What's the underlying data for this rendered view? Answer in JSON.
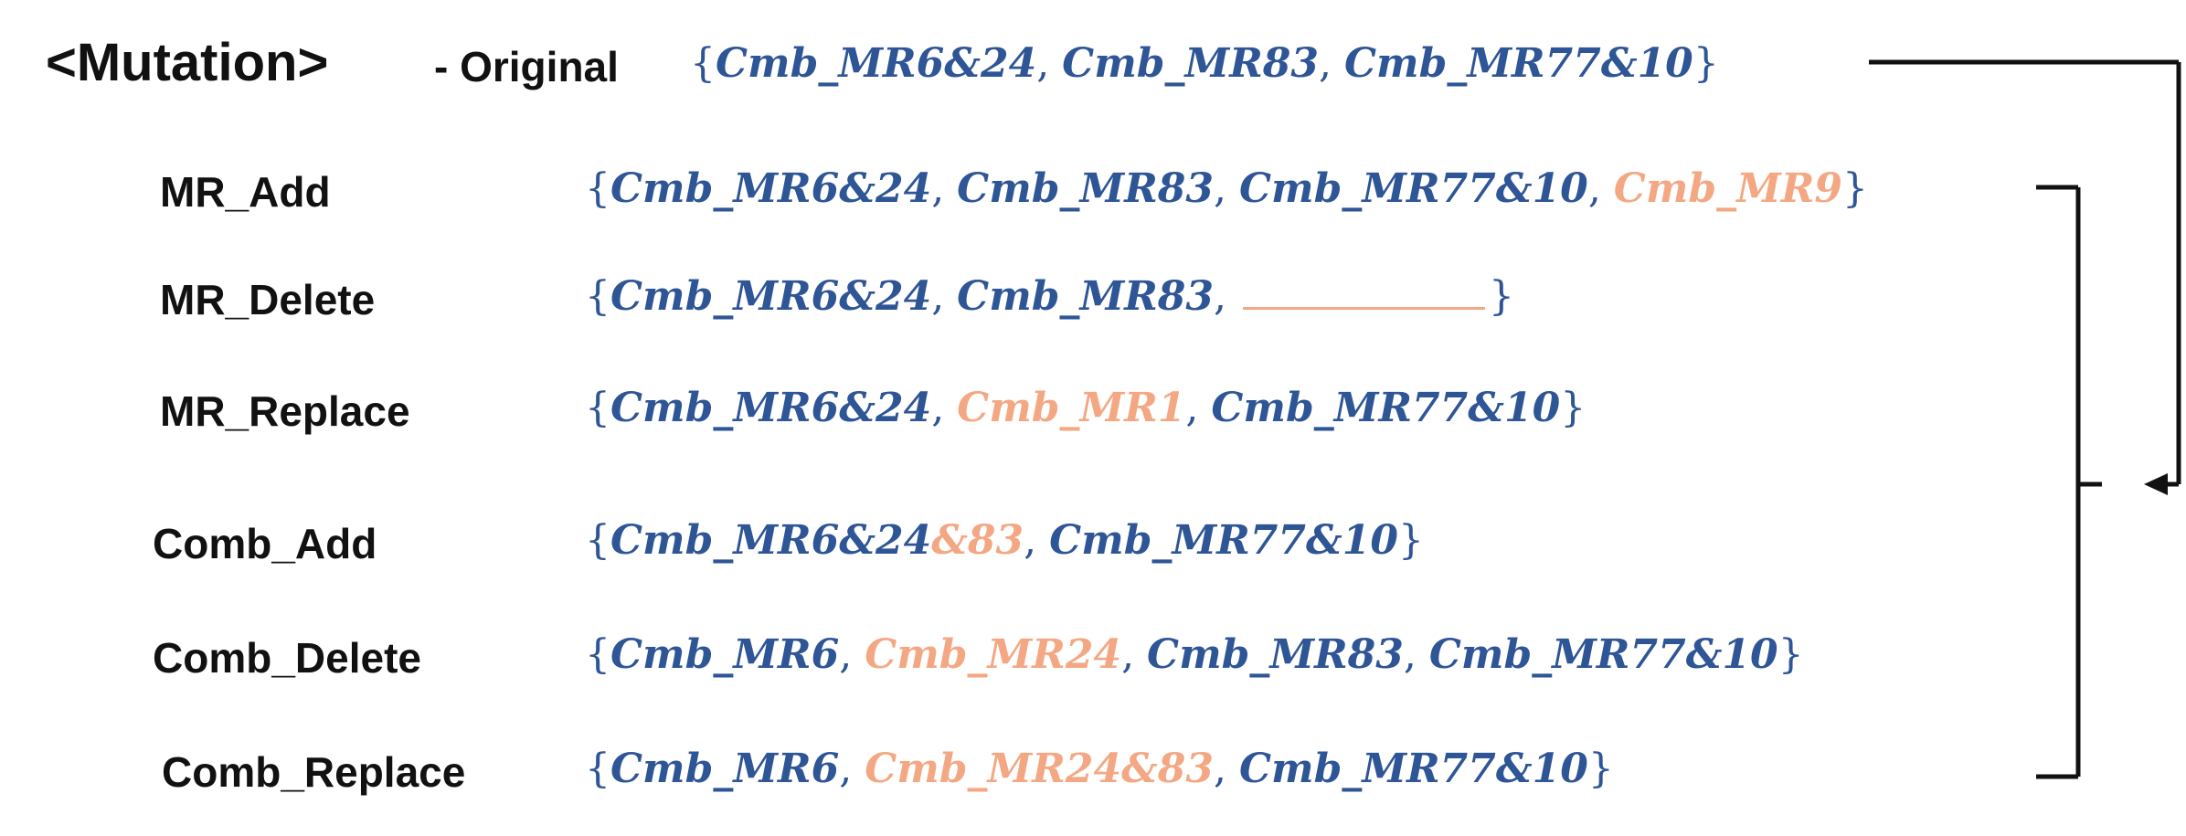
{
  "title": "<Mutation>",
  "original": {
    "label": "- Original",
    "set": [
      {
        "text": "Cmb_MR6&24",
        "hl": false
      },
      {
        "text": "Cmb_MR83",
        "hl": false
      },
      {
        "text": "Cmb_MR77&10",
        "hl": false
      }
    ]
  },
  "rows": [
    {
      "label": "MR_Add",
      "items": [
        [
          {
            "text": "Cmb_MR6&24"
          }
        ],
        [
          {
            "text": "Cmb_MR83"
          }
        ],
        [
          {
            "text": "Cmb_MR77&10"
          }
        ],
        [
          {
            "text": "Cmb_MR9",
            "hl": true
          }
        ]
      ]
    },
    {
      "label": "MR_Delete",
      "items": [
        [
          {
            "text": "Cmb_MR6&24"
          }
        ],
        [
          {
            "text": "Cmb_MR83"
          }
        ],
        [
          {
            "blank": true
          }
        ]
      ]
    },
    {
      "label": "MR_Replace",
      "items": [
        [
          {
            "text": "Cmb_MR6&24"
          }
        ],
        [
          {
            "text": "Cmb_MR1",
            "hl": true
          }
        ],
        [
          {
            "text": "Cmb_MR77&10"
          }
        ]
      ]
    },
    {
      "label": "Comb_Add",
      "items": [
        [
          {
            "text": "Cmb_MR6&24"
          },
          {
            "text": "&83",
            "hl": true
          }
        ],
        [
          {
            "text": "Cmb_MR77&10"
          }
        ]
      ]
    },
    {
      "label": "Comb_Delete",
      "items": [
        [
          {
            "text": "Cmb_MR6"
          }
        ],
        [
          {
            "text": "Cmb_MR24",
            "hl": true
          }
        ],
        [
          {
            "text": "Cmb_MR83"
          }
        ],
        [
          {
            "text": "Cmb_MR77&10"
          }
        ]
      ]
    },
    {
      "label": "Comb_Replace",
      "items": [
        [
          {
            "text": "Cmb_MR6"
          }
        ],
        [
          {
            "text": "Cmb_MR24&83",
            "hl": true
          }
        ],
        [
          {
            "text": "Cmb_MR77&10"
          }
        ]
      ]
    }
  ],
  "colors": {
    "set_text": "#2e5596",
    "highlight": "#f3a883",
    "label_text": "#111111",
    "connector": "#111111"
  }
}
